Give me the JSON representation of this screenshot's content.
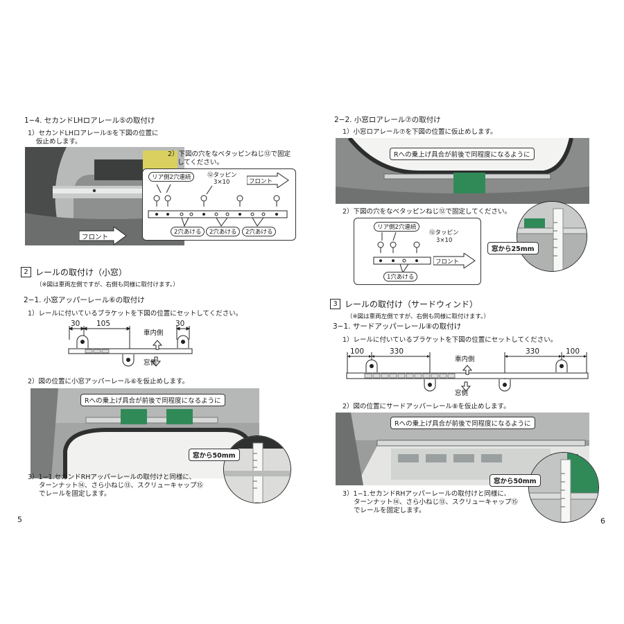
{
  "left_page": {
    "step_1_4": {
      "heading": "1−4. セカンドLHロアレール⑤の取付け",
      "sub1_line1": "1）セカンドLHロアレール⑤を下図の位置に",
      "sub1_line2": "仮止めします。",
      "sub2_line1": "2）下図の穴をなべタッピンねじ⑫で固定",
      "sub2_line2": "してください。",
      "front_label": "フロント",
      "diagram": {
        "rear_label": "リア側2穴連続",
        "screw_label": "⑫タッピン",
        "screw_size": "3×10",
        "front_label": "フロント",
        "hole_labels": [
          "2穴あける",
          "2穴あける",
          "2穴あける"
        ]
      }
    },
    "section2": {
      "number": "2",
      "title": "レールの取付け（小窓）",
      "note": "（※図は車両左側ですが、右側も同様に取付けます。）"
    },
    "step_2_1": {
      "heading": "2−1. 小窓アッパーレール⑥の取付け",
      "sub1": "1）レールに付いているブラケットを下図の位置にセットしてください。",
      "dims": [
        "30",
        "105",
        "30"
      ],
      "inside_label": "車内側",
      "window_label": "窓側",
      "sub2": "2）図の位置に小窓アッパーレール⑥を仮止めします。",
      "callout": "Rへの乗上げ具合が前後で同程度になるように",
      "window_distance": "窓から50mm",
      "sub3_line1": "3）1−1.セカンドRHアッパーレールの取付けと同様に、",
      "sub3_line2": "ターンナット⑭、さら小ねじ⑬、スクリューキャップ⑮",
      "sub3_line3": "でレールを固定します。"
    },
    "page_number": "5"
  },
  "right_page": {
    "step_2_2": {
      "heading": "2−2. 小窓ロアレール⑦の取付け",
      "sub1": "1）小窓ロアレール⑦を下図の位置に仮止めします。",
      "callout": "Rへの乗上げ具合が前後で同程度になるように",
      "sub2": "2）下図の穴をなべタッピンねじ⑫で固定してください。",
      "diagram": {
        "rear_label": "リア側2穴連続",
        "screw_label": "⑫タッピン",
        "screw_size": "3×10",
        "front_label": "フロント",
        "hole_label": "1穴あける"
      },
      "window_distance": "窓から25mm"
    },
    "section3": {
      "number": "3",
      "title": "レールの取付け（サードウィンド）",
      "note": "（※図は車両左側ですが、右側も同様に取付けます。）"
    },
    "step_3_1": {
      "heading": "3−1. サードアッパーレール⑧の取付け",
      "sub1": "1）レールに付いているブラケットを下図の位置にセットしてください。",
      "dims": [
        "100",
        "330",
        "330",
        "100"
      ],
      "inside_label": "車内側",
      "window_label": "窓側",
      "sub2": "2）図の位置にサードアッパーレール⑧を仮止めします。",
      "callout": "Rへの乗上げ具合が前後で同程度になるように",
      "window_distance": "窓から50mm",
      "sub3_line1": "3）1−1.セカンドRHアッパーレールの取付けと同様に、",
      "sub3_line2": "ターンナット⑭、さら小ねじ⑬、スクリューキャップ⑮",
      "sub3_line3": "でレールを固定します。"
    },
    "page_number": "6"
  },
  "colors": {
    "ink": "#1a1a1a",
    "tape_green": "#2f8a58",
    "photo_gray": "#8d8f8e"
  }
}
